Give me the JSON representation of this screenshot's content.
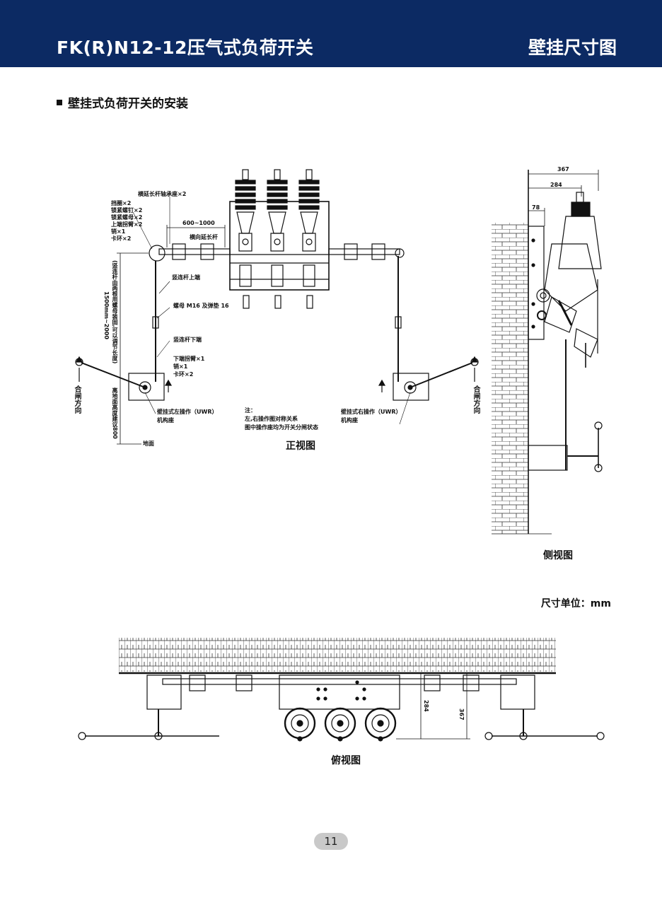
{
  "header": {
    "title": "FK(R)N12-12压气式负荷开关",
    "section": "壁挂尺寸图"
  },
  "section_title": "壁挂式负荷开关的安装",
  "front_view": {
    "caption": "正视图",
    "labels": {
      "cross_bearing": "横延长杆轴承座×2",
      "retainer": "挡圈×2",
      "lock_screw": "锁紧螺钉×2",
      "lock_nut": "锁紧螺母×2",
      "upper_arm": "上端拐臂×2",
      "pin": "销×1",
      "clip": "卡环×2",
      "span": "600~1000",
      "cross_rod": "横向延长杆",
      "vrod_upper": "竖连杆上端",
      "nut_m16": "螺母 M16 及弹垫 16",
      "vrod_lower": "竖连杆下端",
      "lower_arm": "下端拐臂×1",
      "lower_pin": "销×1",
      "lower_clip": "卡环×2",
      "left_op": "壁挂式左操作（UWR）",
      "left_base": "机构座",
      "right_op": "壁挂式右操作（UWR）",
      "right_base": "机构座",
      "close_dir_left": "合闸方向",
      "close_dir_right": "合闸方向",
      "note_title": "注：",
      "note_line1": "左,右操作图对称关系",
      "note_line2": "图中操作座均为开关分闸状态",
      "height_range": "1500mm~2000",
      "height_note": "(竖连杆由两根用螺母装固,可以调节长度)",
      "ground_height": "离地面高度建议800",
      "ground": "地面"
    }
  },
  "side_view": {
    "caption": "侧视图",
    "dims": {
      "d367": "367",
      "d284": "284",
      "d78": "78"
    }
  },
  "top_view": {
    "caption": "俯视图",
    "dims": {
      "d284": "284",
      "d367": "367"
    }
  },
  "units": "尺寸单位：mm",
  "page_number": "11",
  "colors": {
    "header_bg": "#0c2a63",
    "line": "#111111",
    "page_badge": "#c9c9c9"
  }
}
